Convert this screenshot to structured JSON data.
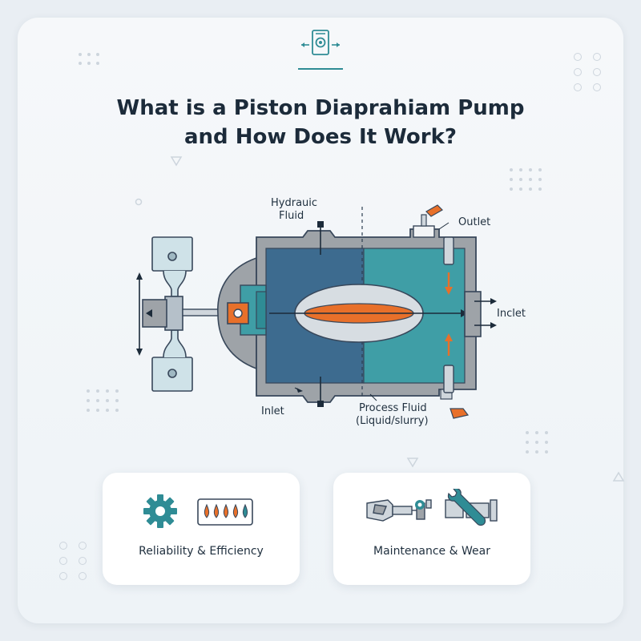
{
  "header": {
    "title_line1": "What is a Piston Diaprahiam Pump",
    "title_line2": "and How Does It Work?"
  },
  "diagram": {
    "labels": {
      "hydraulic_line1": "Hydrauic",
      "hydraulic_line2": "Fluid",
      "outlet": "Outlet",
      "inclet": "Inclet",
      "inlet": "Inlet",
      "process_line1": "Process Fluid",
      "process_line2": "(Liquid/slurry)"
    },
    "colors": {
      "hydraulic_chamber": "#3d6b8f",
      "process_chamber": "#3f9ea6",
      "housing": "#9ea3a8",
      "accent": "#e8702a",
      "teal_icon": "#2f8c95"
    }
  },
  "features": [
    {
      "label": "Reliability & Efficiency",
      "icons": [
        "gear-icon",
        "droplets-icon"
      ]
    },
    {
      "label": "Maintenance & Wear",
      "icons": [
        "pump-part-icon",
        "wrench-icon"
      ]
    }
  ]
}
